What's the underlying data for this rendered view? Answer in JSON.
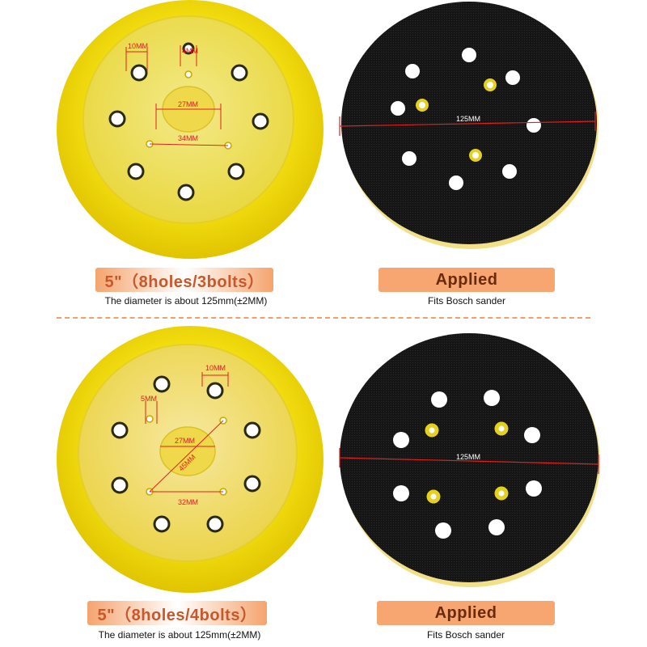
{
  "top": {
    "left_pad": {
      "dims": {
        "slot_width": "10MM",
        "slot_small": "4MM",
        "center_hole": "27MM",
        "bolt_span": "34MM"
      },
      "title": "5\"（8holes/3bolts）",
      "caption": "The diameter is about 125mm(±2MM)"
    },
    "right_pad": {
      "dims": {
        "diameter": "125MM"
      },
      "title": "Applied",
      "caption": "Fits Bosch sander"
    }
  },
  "bottom": {
    "left_pad": {
      "dims": {
        "slot_width": "10MM",
        "slot_small": "5MM",
        "center_hole": "27MM",
        "diagonal": "45MM",
        "bolt_span": "32MM"
      },
      "title": "5\"（8holes/4bolts）",
      "caption": "The diameter is about 125mm(±2MM)"
    },
    "right_pad": {
      "dims": {
        "diameter": "125MM"
      },
      "title": "Applied",
      "caption": "Fits Bosch sander"
    }
  },
  "colors": {
    "pad_yellow": "#f4e21a",
    "hook_loop_black": "#141414",
    "banner_orange": "#f7a672",
    "dim_red": "#e02020"
  }
}
